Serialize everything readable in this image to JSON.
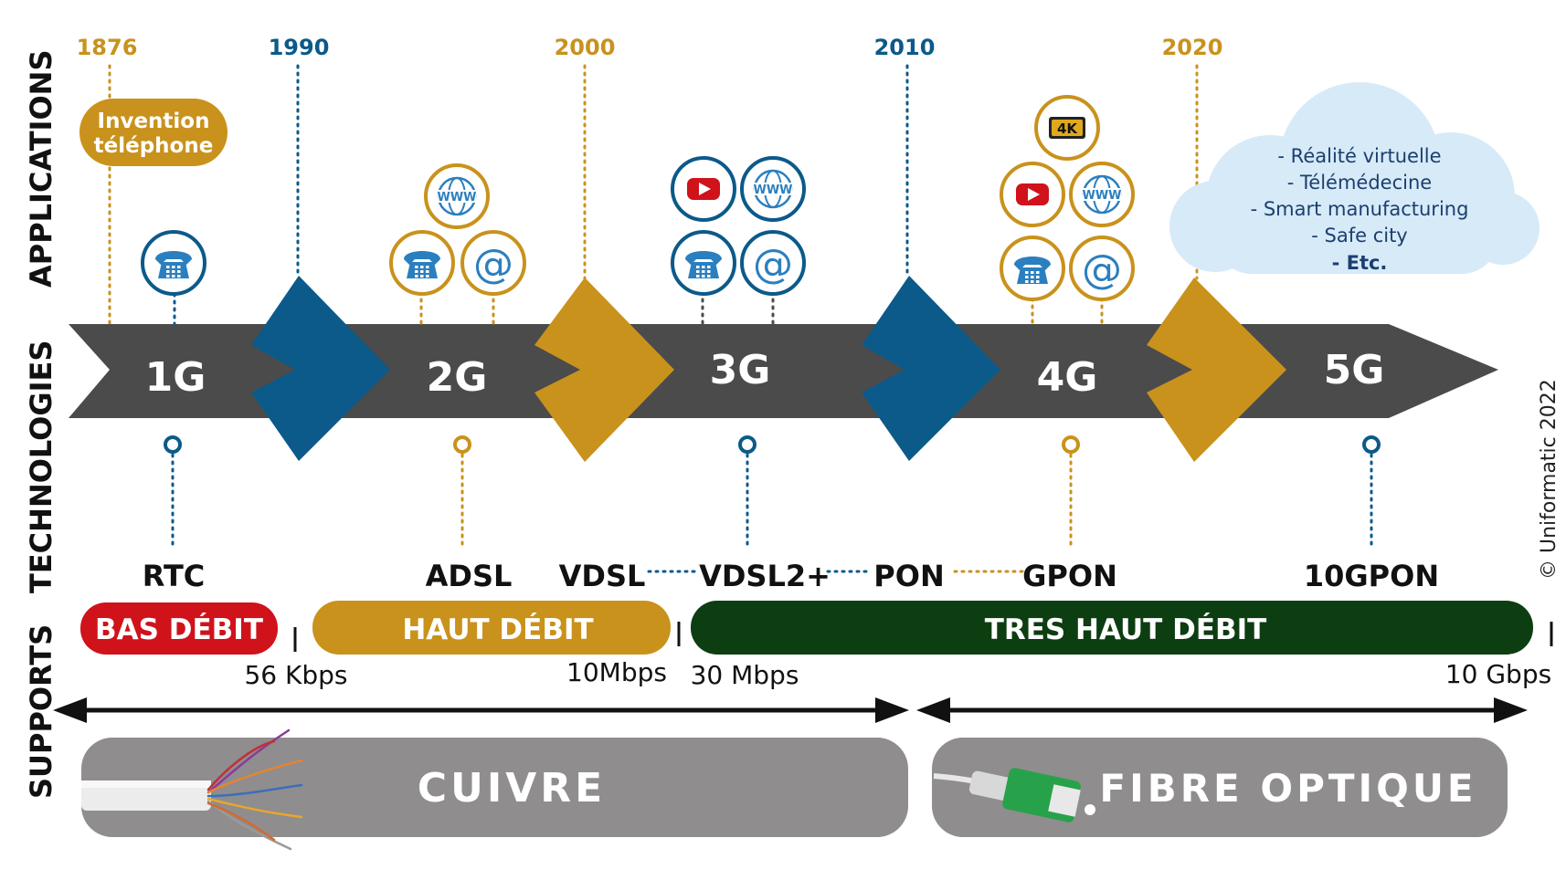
{
  "colors": {
    "gold": "#C9921C",
    "blue": "#0B5A8A",
    "arrow": "#4B4B4B",
    "red": "#D0121B",
    "green": "#0D3E11",
    "gray": "#8F8D8E",
    "cloud": "#D6EAF8",
    "youtube": "#D0121B"
  },
  "sections": {
    "applications": "APPLICATIONS",
    "technologies": "TECHNOLOGIES",
    "supports": "SUPPORTS"
  },
  "years": [
    "1876",
    "1990",
    "2000",
    "2010",
    "2020"
  ],
  "generations": [
    "1G",
    "2G",
    "3G",
    "4G",
    "5G"
  ],
  "invention": {
    "line1": "Invention",
    "line2": "téléphone"
  },
  "cloud": {
    "items": [
      "- Réalité virtuelle",
      "- Télémédecine",
      "- Smart manufacturing",
      "- Safe city"
    ],
    "last": "- Etc."
  },
  "icons": {
    "www": "WWW",
    "at": "@",
    "fourk": "4K"
  },
  "technologies": {
    "rtc": "RTC",
    "adsl": "ADSL",
    "vdsl": "VDSL",
    "vdsl2": "VDSL2+",
    "pon": "PON",
    "gpon": "GPON",
    "tenGpon": "10GPON"
  },
  "speeds": {
    "bas": "BAS DÉBIT",
    "haut": "HAUT DÉBIT",
    "tres": "TRES HAUT DÉBIT",
    "v56": "56 Kbps",
    "v10m": "10Mbps",
    "v30m": "30 Mbps",
    "v10g": "10 Gbps"
  },
  "supports": {
    "cuivre": "CUIVRE",
    "fibre": "FIBRE OPTIQUE"
  },
  "copyright": "© Uniformatic 2022"
}
